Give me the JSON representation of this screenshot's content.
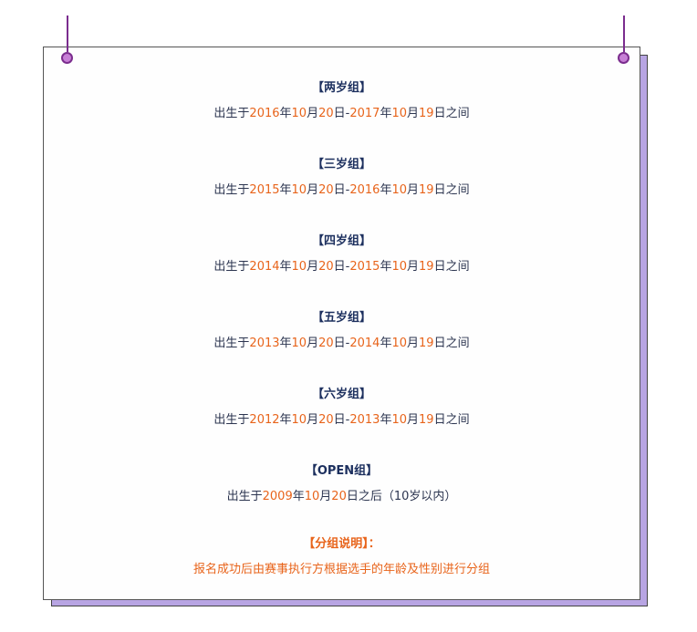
{
  "groups": [
    {
      "title": "【两岁组】",
      "prefix": "出生于",
      "y1": "2016",
      "m1": "10",
      "d1": "20",
      "y2": "2017",
      "m2": "10",
      "d2": "19",
      "suffix": "日之间"
    },
    {
      "title": "【三岁组】",
      "prefix": "出生于",
      "y1": "2015",
      "m1": "10",
      "d1": "20",
      "y2": "2016",
      "m2": "10",
      "d2": "19",
      "suffix": "日之间"
    },
    {
      "title": "【四岁组】",
      "prefix": "出生于",
      "y1": "2014",
      "m1": "10",
      "d1": "20",
      "y2": "2015",
      "m2": "10",
      "d2": "19",
      "suffix": "日之间"
    },
    {
      "title": "【五岁组】",
      "prefix": "出生于",
      "y1": "2013",
      "m1": "10",
      "d1": "20",
      "y2": "2014",
      "m2": "10",
      "d2": "19",
      "suffix": "日之间"
    },
    {
      "title": "【六岁组】",
      "prefix": "出生于",
      "y1": "2012",
      "m1": "10",
      "d1": "20",
      "y2": "2013",
      "m2": "10",
      "d2": "19",
      "suffix": "日之间"
    }
  ],
  "open_group": {
    "title": "【OPEN组】",
    "prefix": "出生于",
    "year": "2009",
    "month": "10",
    "day": "20",
    "suffix": "日之后（10岁以内）"
  },
  "units": {
    "year": "年",
    "month": "月",
    "day": "日",
    "dash": "-"
  },
  "note": {
    "title": "【分组说明】：",
    "text": "报名成功后由赛事执行方根据选手的年龄及性别进行分组"
  },
  "colors": {
    "accent": "#e8641b",
    "title": "#1c2f5e",
    "text": "#2c3550",
    "shadow": "#b8a5e3",
    "pin": "#7b2d8e"
  }
}
